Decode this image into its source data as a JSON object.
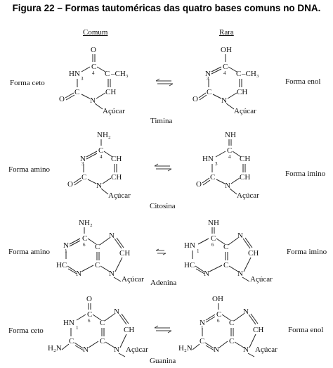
{
  "figure": {
    "title": "Figura 22 – Formas tautoméricas das quatro bases comuns no DNA.",
    "header_left": "Comum",
    "header_right": "Rara"
  },
  "bases": [
    {
      "name": "Timina",
      "left_form": "Forma ceto",
      "right_form": "Forma enol"
    },
    {
      "name": "Citosina",
      "left_form": "Forma amino",
      "right_form": "Forma imino"
    },
    {
      "name": "Adenina",
      "left_form": "Forma amino",
      "right_form": "Forma imino"
    },
    {
      "name": "Guanina",
      "left_form": "Forma ceto",
      "right_form": "Forma enol"
    }
  ],
  "atoms": {
    "O": "O",
    "OH": "OH",
    "HN": "HN",
    "H2N": "H₂N",
    "NH2": "NH₂",
    "NH": "NH",
    "HN_left": "HN",
    "N": "N",
    "C": "C",
    "CH": "CH",
    "HC": "HC",
    "CH3": "–CH₃",
    "sugar": "Açúcar"
  },
  "numbers": {
    "n1": "1",
    "n3": "3",
    "n4": "4",
    "n6": "6"
  }
}
